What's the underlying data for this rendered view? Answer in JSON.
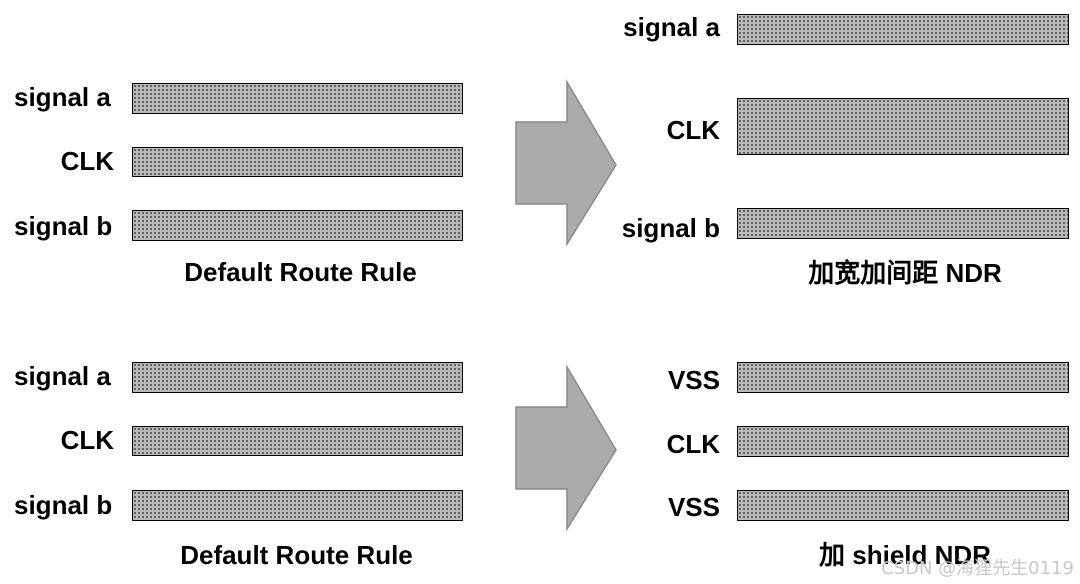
{
  "panels": {
    "top_left": {
      "rows": [
        {
          "label": "signal a"
        },
        {
          "label": "CLK"
        },
        {
          "label": "signal b"
        }
      ],
      "caption": "Default Route Rule"
    },
    "top_right": {
      "rows": [
        {
          "label": "signal a"
        },
        {
          "label": "CLK"
        },
        {
          "label": "signal b"
        }
      ],
      "caption": "加宽加间距 NDR"
    },
    "bottom_left": {
      "rows": [
        {
          "label": "signal a"
        },
        {
          "label": "CLK"
        },
        {
          "label": "signal b"
        }
      ],
      "caption": "Default Route Rule"
    },
    "bottom_right": {
      "rows": [
        {
          "label": "VSS"
        },
        {
          "label": "CLK"
        },
        {
          "label": "VSS"
        }
      ],
      "caption": "加 shield NDR"
    }
  },
  "watermark": "CSDN @海狸先生0119",
  "colors": {
    "wire_fill": "#b9b9b9",
    "wire_dots": "#4a4a4a",
    "arrow_fill": "#ababab",
    "arrow_stroke": "#8a8a8a"
  }
}
